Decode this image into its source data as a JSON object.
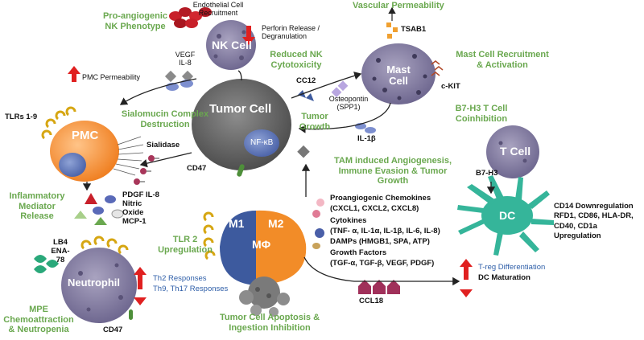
{
  "cells": {
    "nk": "NK Cell",
    "tumor": "Tumor Cell",
    "nfkb": "NF-κB",
    "mast": "Mast Cell",
    "pmc": "PMC",
    "neutrophil": "Neutrophil",
    "tcell": "T Cell",
    "dc": "DC",
    "m1": "M1",
    "m2": "M2",
    "mphi": "MΦ"
  },
  "green_labels": {
    "pro_angiogenic": "Pro-angiogenic NK Phenotype",
    "reduced_nk": "Reduced NK Cytotoxicity",
    "vascular_perm": "Vascular Permeability",
    "mast_recruit": "Mast Cell Recruitment & Activation",
    "sialomucin": "Sialomucin Complex Destruction",
    "tumor_growth": "Tumor Growth",
    "b7h3": "B7-H3 T Cell Coinhibition",
    "tam": "TAM induced Angiogenesis, Immune Evasion & Tumor Growth",
    "inflammatory": "Inflammatory Mediator Release",
    "tlr2": "TLR 2 Upregulation",
    "mpe": "MPE Chemoattraction & Neutropenia",
    "apoptosis": "Tumor Cell Apoptosis & Ingestion Inhibition"
  },
  "labels": {
    "endothelial": "Endothelial Cell Recruitment",
    "perforin": "Perforin Release / Degranulation",
    "vegf_il8": "VEGF IL-8",
    "pmc_perm": "PMC Permeability",
    "tsab1": "TSAB1",
    "cc12": "CC12",
    "osteopontin": "Osteopontin (SPP1)",
    "ckit": "c-KIT",
    "tlrs": "TLRs 1-9",
    "sialidase": "Sialidase",
    "il1b": "IL-1β",
    "cd47_tumor": "CD47",
    "cd47_neut": "CD47",
    "b7h3_small": "B7-H3",
    "pdgf_list": "PDGF IL-8 Nitric Oxide MCP-1",
    "chemokines": "Proangiogenic Chemokines",
    "chemokines_list": "(CXCL1, CXCL2, CXCL8)",
    "cytokines": "Cytokines",
    "cytokines_list": "(TNF- α, IL-1α, IL-1β, IL-6, IL-8)",
    "damps": "DAMPs (HMGB1, SPA, ATP)",
    "growth": "Growth Factors",
    "growth_list": "(TGF-α, TGF-β, VEGF, PDGF)",
    "cd14": "CD14 Downregulation RFD1, CD86, HLA-DR, CD40, CD1a Upregulation",
    "lb4": "LB4 ENA-78",
    "th2": "Th2 Responses",
    "th9": "Th9, Th17 Responses",
    "treg": "T-reg Differentiation",
    "dc_mat": "DC Maturation",
    "ccl18": "CCL18"
  },
  "colors": {
    "green_text": "#6aa84f",
    "blue_text": "#2e5ea8",
    "red_arrow": "#e02020",
    "tumor_gray": "#6b6b6b",
    "nk_purple": "#8e87a8",
    "pmc_orange": "#f08a2a",
    "m2_orange": "#f28c28",
    "m1_blue": "#3d5a9e",
    "dc_teal": "#35b59a"
  }
}
